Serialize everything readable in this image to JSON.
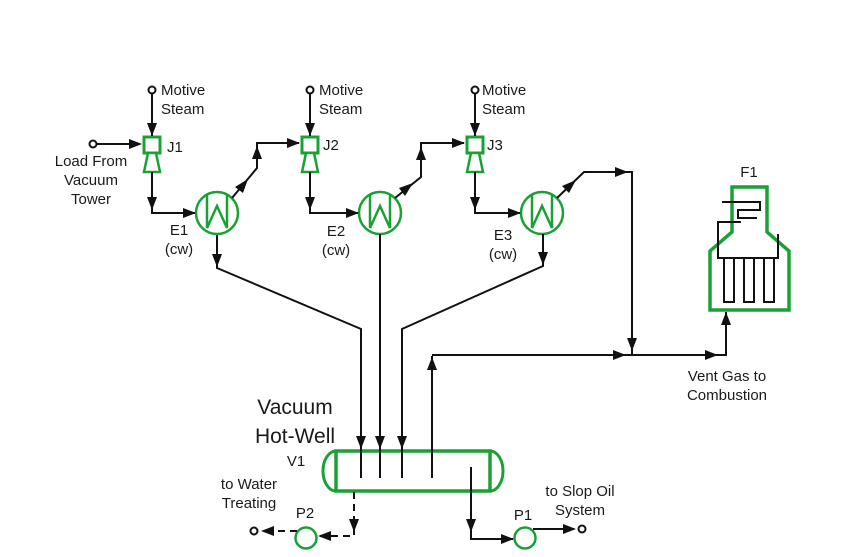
{
  "colors": {
    "equipment_green": "#1aa136",
    "line_color": "#111111",
    "background": "#ffffff",
    "label_color": "#1a1a1a"
  },
  "labels": {
    "motive_steam_1": "Motive\nSteam",
    "motive_steam_2": "Motive\nSteam",
    "motive_steam_3": "Motive\nSteam",
    "load_from_vacuum_tower": "Load From\nVacuum\nTower",
    "j1": "J1",
    "j2": "J2",
    "j3": "J3",
    "e1": "E1\n(cw)",
    "e2": "E2\n(cw)",
    "e3": "E3\n(cw)",
    "f1": "F1",
    "vacuum_hot_well": "Vacuum\nHot-Well",
    "v1": "V1",
    "to_water_treating": "to Water\nTreating",
    "p2": "P2",
    "p1": "P1",
    "to_slop_oil_system": "to Slop Oil\nSystem",
    "vent_gas_to_combustion": "Vent Gas to\nCombustion"
  },
  "equipment": [
    {
      "id": "J1",
      "label": "J1",
      "symbol": "steam-jet-ejector"
    },
    {
      "id": "J2",
      "label": "J2",
      "symbol": "steam-jet-ejector"
    },
    {
      "id": "J3",
      "label": "J3",
      "symbol": "steam-jet-ejector"
    },
    {
      "id": "E1",
      "label": "E1 (cw)",
      "symbol": "condenser"
    },
    {
      "id": "E2",
      "label": "E2 (cw)",
      "symbol": "condenser"
    },
    {
      "id": "E3",
      "label": "E3 (cw)",
      "symbol": "condenser"
    },
    {
      "id": "V1",
      "label": "V1",
      "symbol": "horizontal-drum"
    },
    {
      "id": "P1",
      "label": "P1",
      "symbol": "pump"
    },
    {
      "id": "P2",
      "label": "P2",
      "symbol": "pump"
    },
    {
      "id": "F1",
      "label": "F1",
      "symbol": "furnace"
    }
  ]
}
